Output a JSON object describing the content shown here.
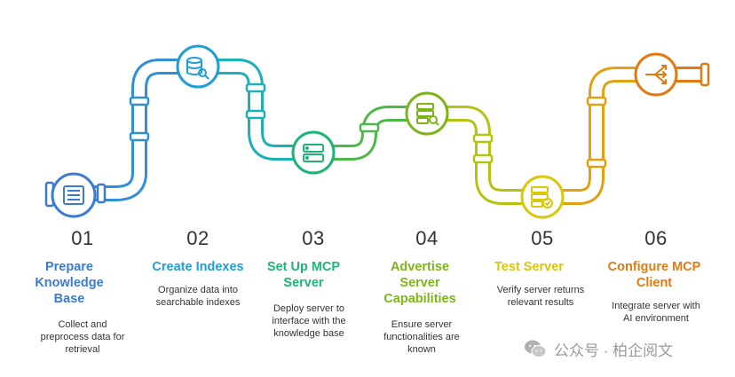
{
  "steps": [
    {
      "num": "01",
      "title_lines": [
        "Prepare",
        "Knowledge",
        "Base"
      ],
      "desc_lines": [
        "Collect and",
        "preprocess data for",
        "retrieval"
      ],
      "color": "#3b7bd4",
      "icon": "checklist-icon"
    },
    {
      "num": "02",
      "title_lines": [
        "Create Indexes"
      ],
      "desc_lines": [
        "Organize data into",
        "searchable indexes"
      ],
      "color": "#1f9ed8",
      "icon": "database-search-icon"
    },
    {
      "num": "03",
      "title_lines": [
        "Set Up MCP",
        "Server"
      ],
      "desc_lines": [
        "Deploy server to",
        "interface with the",
        "knowledge base"
      ],
      "color": "#1cb573",
      "icon": "server-icon"
    },
    {
      "num": "04",
      "title_lines": [
        "Advertise",
        "Server",
        "Capabilities"
      ],
      "desc_lines": [
        "Ensure server",
        "functionalities are",
        "known"
      ],
      "color": "#7cb518",
      "icon": "server-search-icon"
    },
    {
      "num": "05",
      "title_lines": [
        "Test Server"
      ],
      "desc_lines": [
        "Verify server returns",
        "relevant results"
      ],
      "color": "#d9c70a",
      "icon": "server-check-icon"
    },
    {
      "num": "06",
      "title_lines": [
        "Configure MCP",
        "Client"
      ],
      "desc_lines": [
        "Integrate server with",
        "AI environment"
      ],
      "color": "#e07a12",
      "icon": "share-arrows-icon"
    }
  ],
  "watermark": {
    "text": "公众号 · 柏企阅文",
    "icon": "wechat-icon"
  }
}
